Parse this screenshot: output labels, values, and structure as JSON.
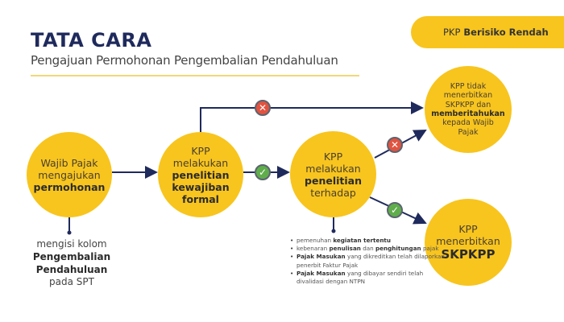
{
  "header": {
    "title": "TATA CARA",
    "subtitle": "Pengajuan Permohonan Pengembalian Pendahuluan"
  },
  "category_pill": {
    "prefix": "PKP",
    "bold": "Berisiko Rendah"
  },
  "colors": {
    "circle": "#f8c51e",
    "title": "#1f2a5c",
    "arrow": "#1f2a5c",
    "reject": "#e2533f",
    "approve": "#5fae4b"
  },
  "nodes": {
    "step1": {
      "lines": [
        "Wajib Pajak",
        "mengajukan"
      ],
      "bold": "permohonan"
    },
    "step2": {
      "lines": [
        "KPP",
        "melakukan"
      ],
      "bold": [
        "penelitian",
        "kewajiban",
        "formal"
      ]
    },
    "step3": {
      "lines": [
        "KPP",
        "melakukan"
      ],
      "bold": "penelitian",
      "after": "terhadap"
    },
    "reject_outcome": {
      "lines": [
        "KPP tidak",
        "menerbitkan",
        "SKPKPP dan"
      ],
      "bold": "memberitahukan",
      "after": [
        "kepada Wajib",
        "Pajak"
      ]
    },
    "approve_outcome": {
      "lines": [
        "KPP",
        "menerbitkan"
      ],
      "bold": "SKPKPP"
    }
  },
  "step1_note": {
    "line1": "mengisi kolom",
    "bold1": "Pengembalian",
    "bold2": "Pendahuluan",
    "line2": "pada SPT"
  },
  "step3_checks": [
    {
      "pre": "pemenuhan ",
      "bold": "kegiatan tertentu",
      "post": ""
    },
    {
      "pre": "kebenaran ",
      "bold": "penulisan",
      "mid": " dan ",
      "bold2": "penghitungan",
      "post": " pajak"
    },
    {
      "pre": "",
      "bold": "Pajak Masukan",
      "post": " yang dikreditkan telah dilaporkan penerbit Faktur Pajak"
    },
    {
      "pre": "",
      "bold": "Pajak Masukan",
      "post": " yang dibayar sendiri telah divalidasi dengan NTPN"
    }
  ],
  "badges": {
    "reject_symbol": "✕",
    "approve_symbol": "✓"
  }
}
